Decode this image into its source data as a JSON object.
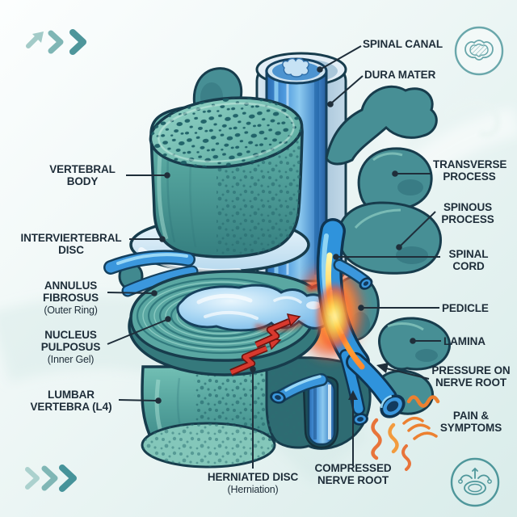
{
  "figure": {
    "subject": "Herniated lumbar disc anatomy illustration",
    "style": "medical vector illustration"
  },
  "labels": {
    "spinal_canal": {
      "text": "SPINAL CANAL"
    },
    "dura_mater": {
      "text": "DURA MATER"
    },
    "vertebral_body": {
      "text": "VERTEBRAL BODY"
    },
    "intervertebral_disc": {
      "text": "INTERVIERTEBRAL DISC"
    },
    "annulus_fibrosus": {
      "text": "ANNULUS FIBROSUS",
      "sub": "(Outer Ring)"
    },
    "nucleus_pulposus": {
      "text": "NUCLEUS PULPOSUS",
      "sub": "(Inner Gel)"
    },
    "lumbar_vertebra": {
      "text": "LUMBAR VERTEBRA (L4)"
    },
    "transverse_process": {
      "text": "TRANSVERSE PROCESS"
    },
    "spinous_process": {
      "text": "SPINOUS PROCESS"
    },
    "spinal_cord": {
      "text": "SPINAL CORD"
    },
    "pedicle": {
      "text": "PEDICLE"
    },
    "lamina": {
      "text": "LAMINA"
    },
    "pressure_on_nerve_root": {
      "text": "PRESSURE ON NERVE ROOT"
    },
    "pain_symptoms": {
      "text": "PAIN & SYMPTOMS"
    },
    "herniated_disc": {
      "text": "HERNIATED DISC",
      "sub": "(Herniation)"
    },
    "compressed_nerve_root": {
      "text": "COMPRESSED NERVE ROOT"
    }
  },
  "icons": {
    "top_left": "arrow-and-chevrons",
    "bottom_left": "triple-chevron",
    "top_right": "disc-cross-section-icon",
    "bottom_right": "vertebra-top-view-icon"
  },
  "colors": {
    "background": "#e9f3f2",
    "bone_teal": "#4f9e99",
    "bone_light": "#7fc4b8",
    "disc_blue": "#c9e2f2",
    "nerve_blue": "#3b97dd",
    "glow_orange": "#ff9c33",
    "alert_red": "#d8392e",
    "label_text": "#1e2d39",
    "accent_teal": "#4e969b"
  }
}
